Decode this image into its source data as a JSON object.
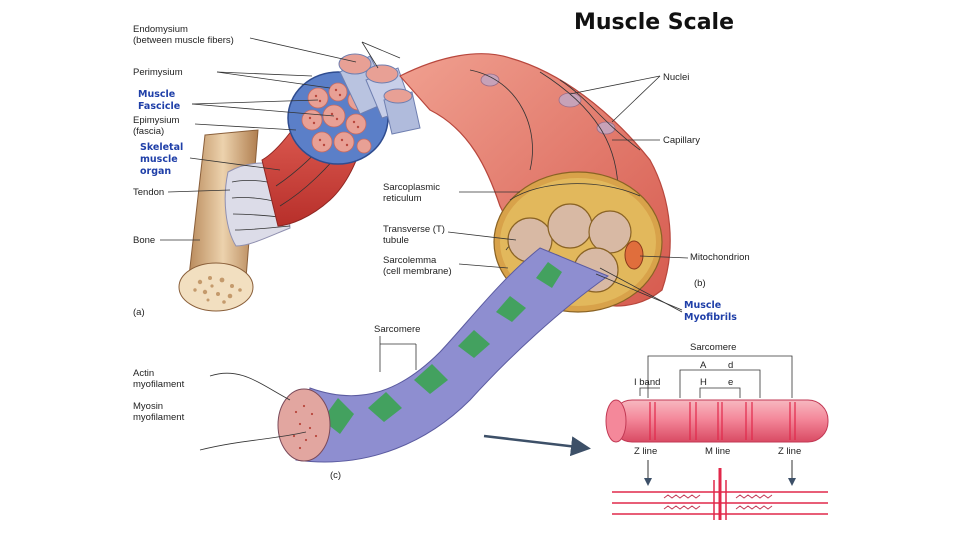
{
  "title": "Muscle Scale",
  "labels": {
    "endomysium": "Endomysium",
    "endomysium_note": "(between muscle fibers)",
    "perimysium": "Perimysium",
    "muscle_fascicle_1": "Muscle",
    "muscle_fascicle_2": "Fascicle",
    "epimysium": "Epimysium",
    "epimysium_note": "(fascia)",
    "skeletal_1": "Skeletal",
    "skeletal_2": "muscle",
    "skeletal_3": "organ",
    "tendon": "Tendon",
    "bone": "Bone",
    "panel_a": "(a)",
    "nuclei": "Nuclei",
    "capillary": "Capillary",
    "sr_1": "Sarcoplasmic",
    "sr_2": "reticulum",
    "tt_1": "Transverse (T)",
    "tt_2": "tubule",
    "sarcolemma_1": "Sarcolemma",
    "sarcolemma_2": "(cell membrane)",
    "mitochondrion": "Mitochondrion",
    "panel_b": "(b)",
    "myofibrils_1": "Muscle",
    "myofibrils_2": "Myofibrils",
    "sarcomere_c": "Sarcomere",
    "actin_1": "Actin",
    "actin_2": "myofilament",
    "myosin_1": "Myosin",
    "myosin_2": "myofilament",
    "panel_c": "(c)",
    "sarcomere_detail": "Sarcomere",
    "a_band": "A",
    "d_label": "d",
    "i_band": "I band",
    "h_label": "H",
    "e_label": "e",
    "z_line_left": "Z line",
    "m_line": "M line",
    "z_line_right": "Z line"
  },
  "colors": {
    "muscle_red": "#d9473f",
    "fiber_pink": "#eba79c",
    "fascia_blue": "#5b7fc8",
    "label_blue": "#1f3fa8",
    "band_green": "#3fa35a",
    "band_purple": "#8e8ed0",
    "bone": "#d8b48c",
    "sarcomere_pink": "#f07a8c",
    "arrow": "#3d5068"
  }
}
